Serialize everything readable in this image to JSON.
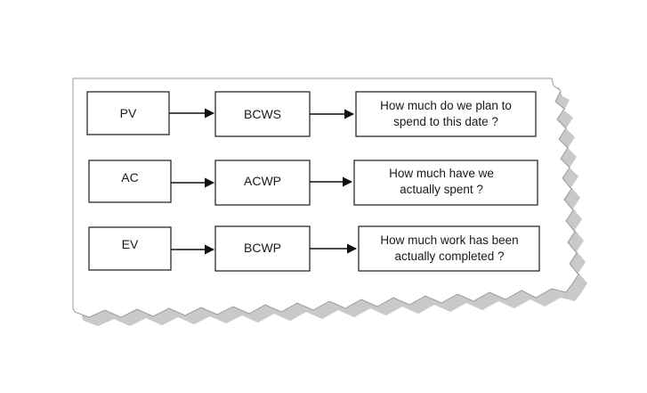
{
  "rows": [
    {
      "metric": "PV",
      "term": "BCWS",
      "question_lines": [
        "How much do we plan to",
        "spend to this date ?"
      ]
    },
    {
      "metric": "AC",
      "term": "ACWP",
      "question_lines": [
        "How much have we",
        "actually spent ?"
      ]
    },
    {
      "metric": "EV",
      "term": "BCWP",
      "question_lines": [
        "How much work has been",
        "actually completed ?"
      ]
    }
  ],
  "colors": {
    "paper": "#ffffff",
    "shadow": "#c9c9c9",
    "stroke": "#2b2b2b",
    "text": "#1a1a1a"
  }
}
